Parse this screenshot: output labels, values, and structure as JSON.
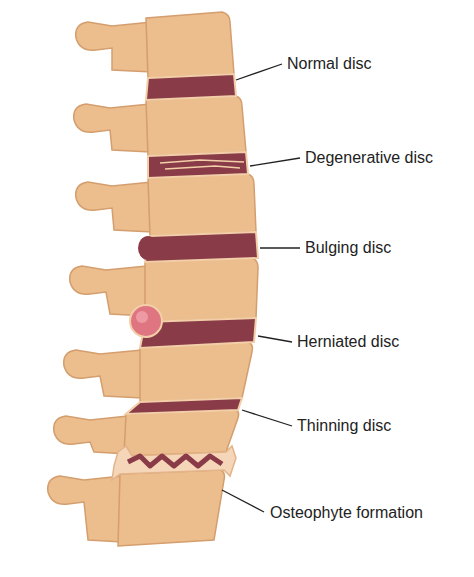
{
  "diagram": {
    "labels": [
      "Normal disc",
      "Degenerative disc",
      "Bulging disc",
      "Herniated disc",
      "Thinning disc",
      "Osteophyte formation"
    ]
  }
}
